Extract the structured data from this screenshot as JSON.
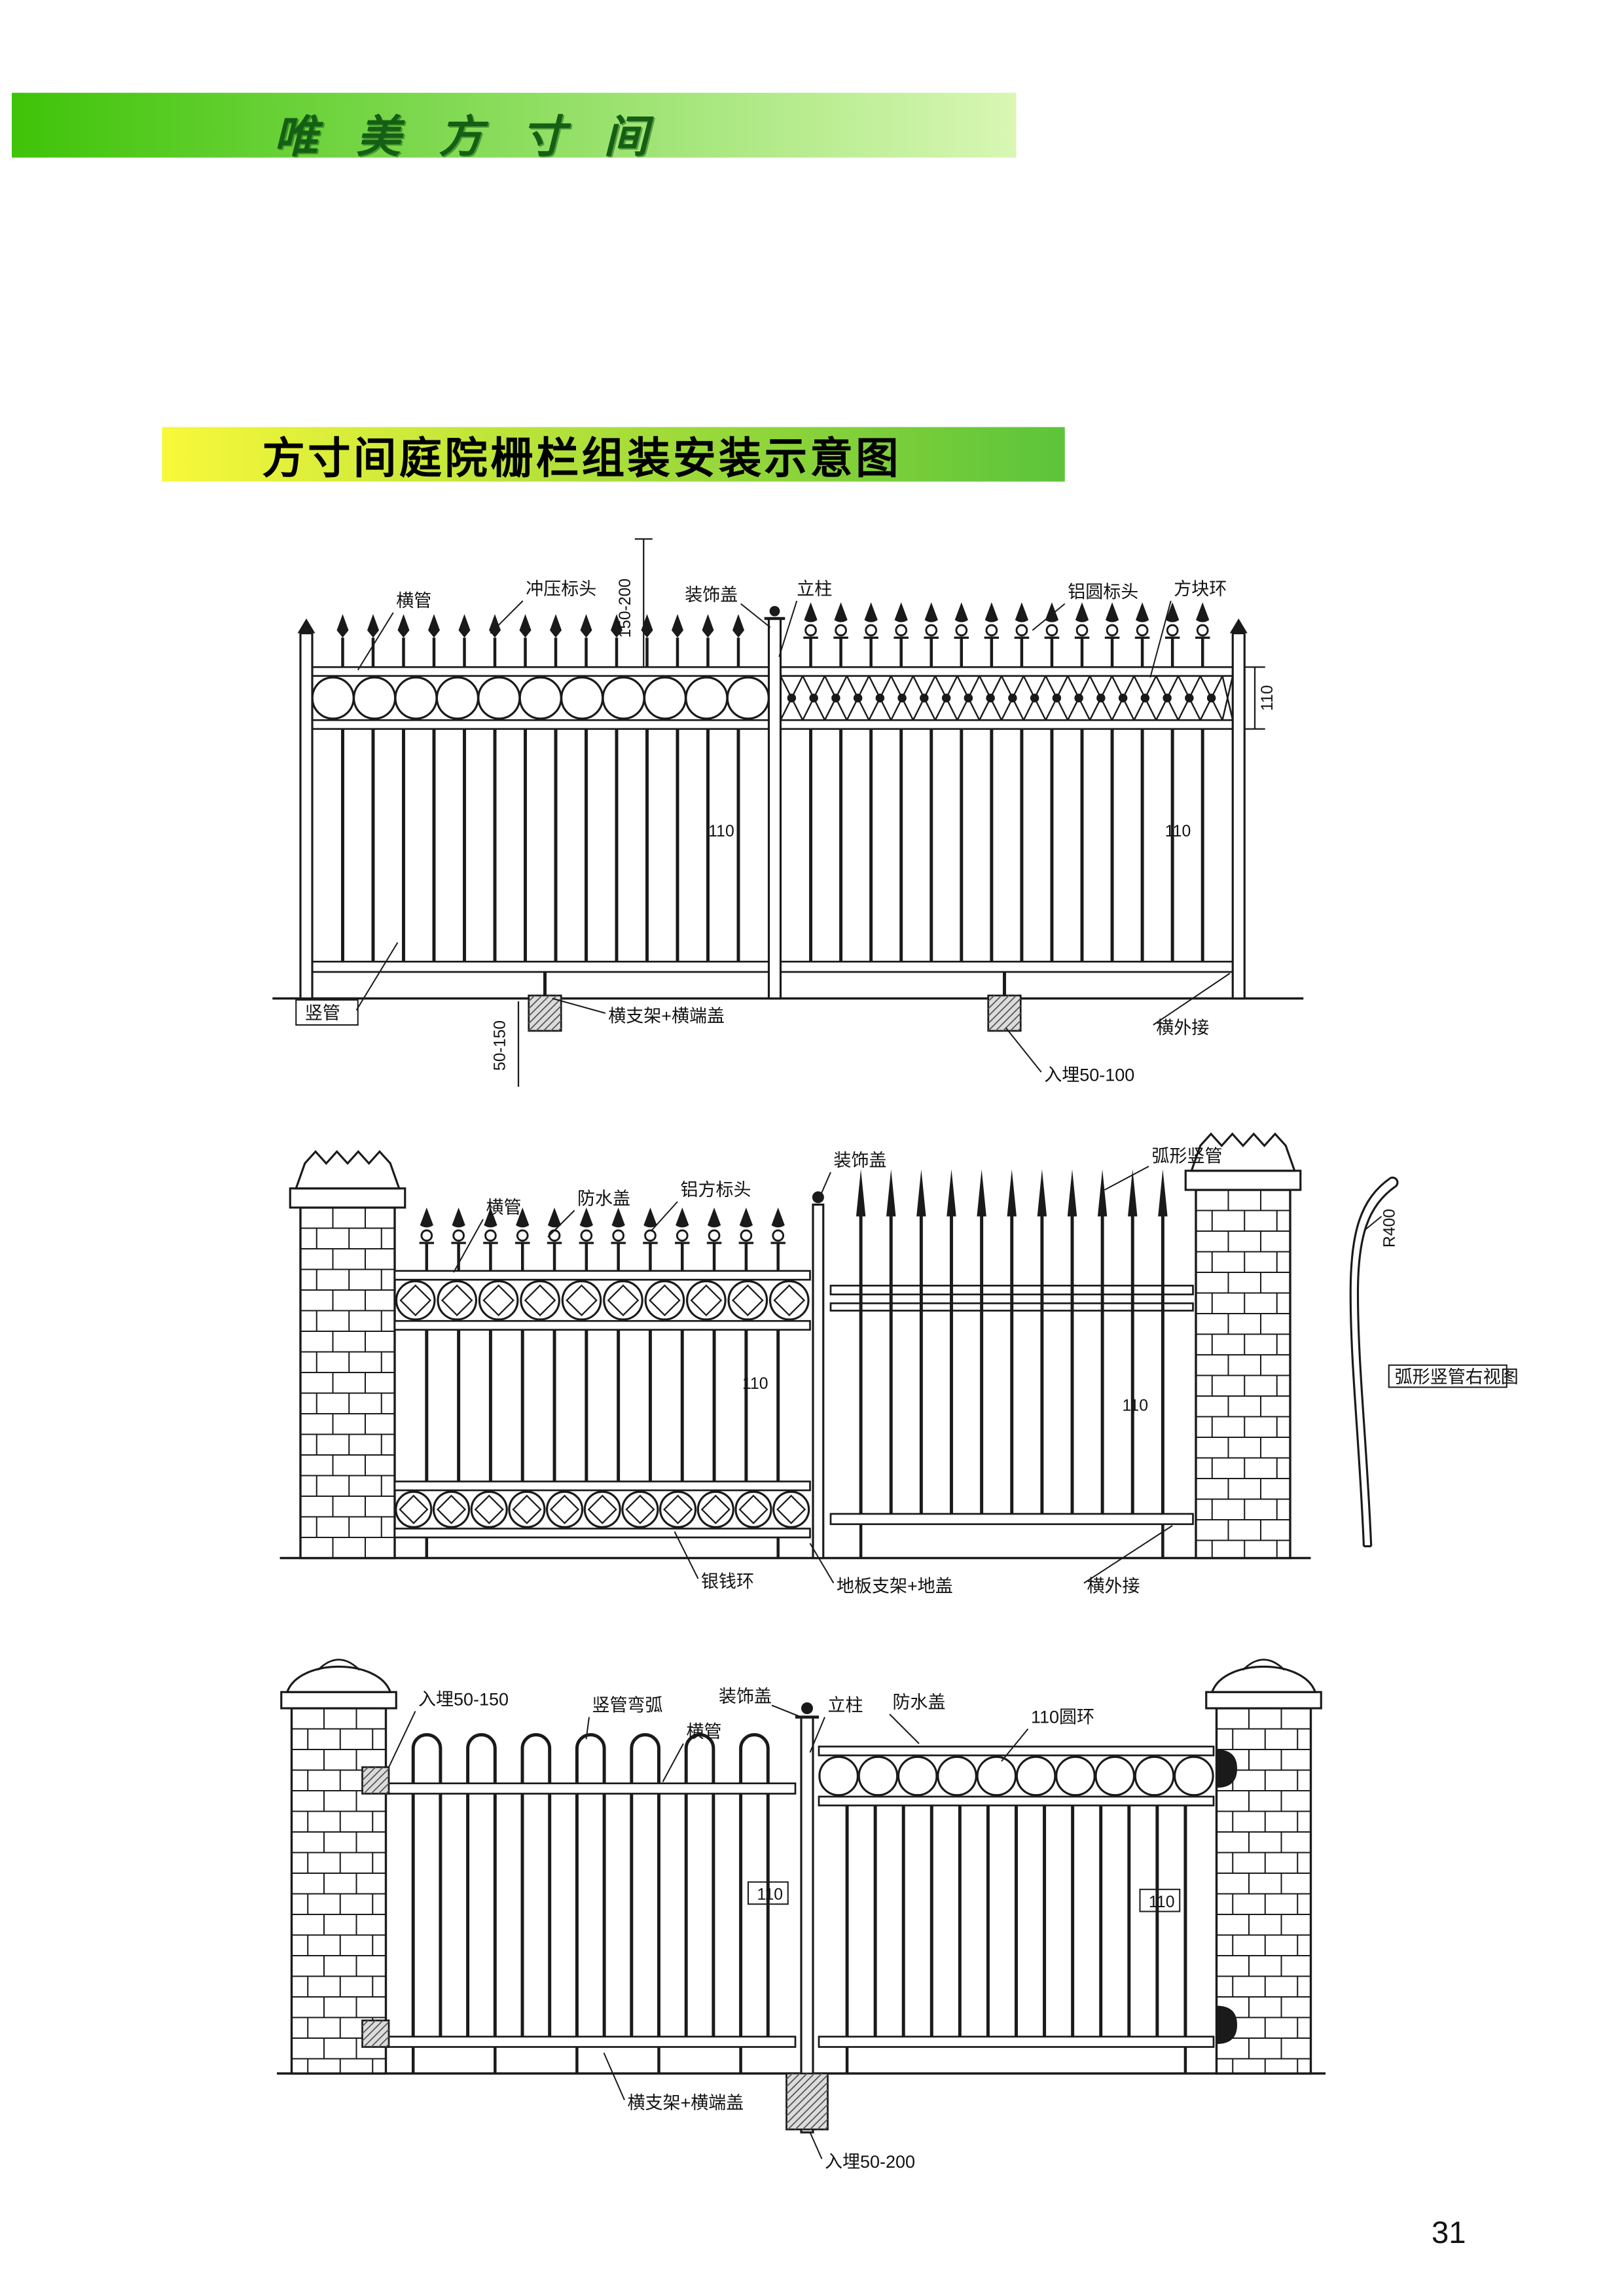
{
  "colors": {
    "header-left": "#3fc308",
    "header-right": "#d8f7b4",
    "header-text": "#155f15",
    "title-left": "#f8f83a",
    "title-right": "#5cc43a",
    "ink": "#1a1a1a"
  },
  "header": {
    "brand": "唯美方寸间"
  },
  "title": {
    "text": "方寸间庭院栅栏组装安装示意图"
  },
  "page": {
    "number": "31"
  },
  "d1": {
    "heng_guan": "横管",
    "chongya_biaotou": "冲压标头",
    "dim_150_200": "150-200",
    "zhuangshi_gai": "装饰盖",
    "li_zhu": "立柱",
    "lvyuan_biaotou": "铝圆标头",
    "fangkuai_huan": "方块环",
    "dim_110_band": "110",
    "dim_110_left": "110",
    "dim_110_right": "110",
    "shu_guan": "竖管",
    "dim_50_150": "50-150",
    "heng_zhijia": "横支架+横端盖",
    "rumai_50_100": "入埋50-100",
    "heng_waijie": "横外接"
  },
  "d2": {
    "heng_guan": "横管",
    "fangshui_gai": "防水盖",
    "lvfang_biaotou": "铝方标头",
    "zhuangshi_gai": "装饰盖",
    "huxing_shuguan": "弧形竖管",
    "r400": "R400",
    "side_view": "弧形竖管右视图",
    "dim_110_left": "110",
    "dim_110_right": "110",
    "yinqian_huan": "银钱环",
    "diban_zhijia": "地板支架+地盖",
    "heng_waijie": "横外接"
  },
  "d3": {
    "rumai_50_150": "入埋50-150",
    "shuguan_wanhu": "竖管弯弧",
    "heng_guan": "横管",
    "zhuangshi_gai": "装饰盖",
    "li_zhu": "立柱",
    "fangshui_gai": "防水盖",
    "yuanhuan_110": "110圆环",
    "dim_110_left": "110",
    "dim_110_right": "110",
    "heng_zhijia": "横支架+横端盖",
    "rumai_50_200": "入埋50-200"
  }
}
